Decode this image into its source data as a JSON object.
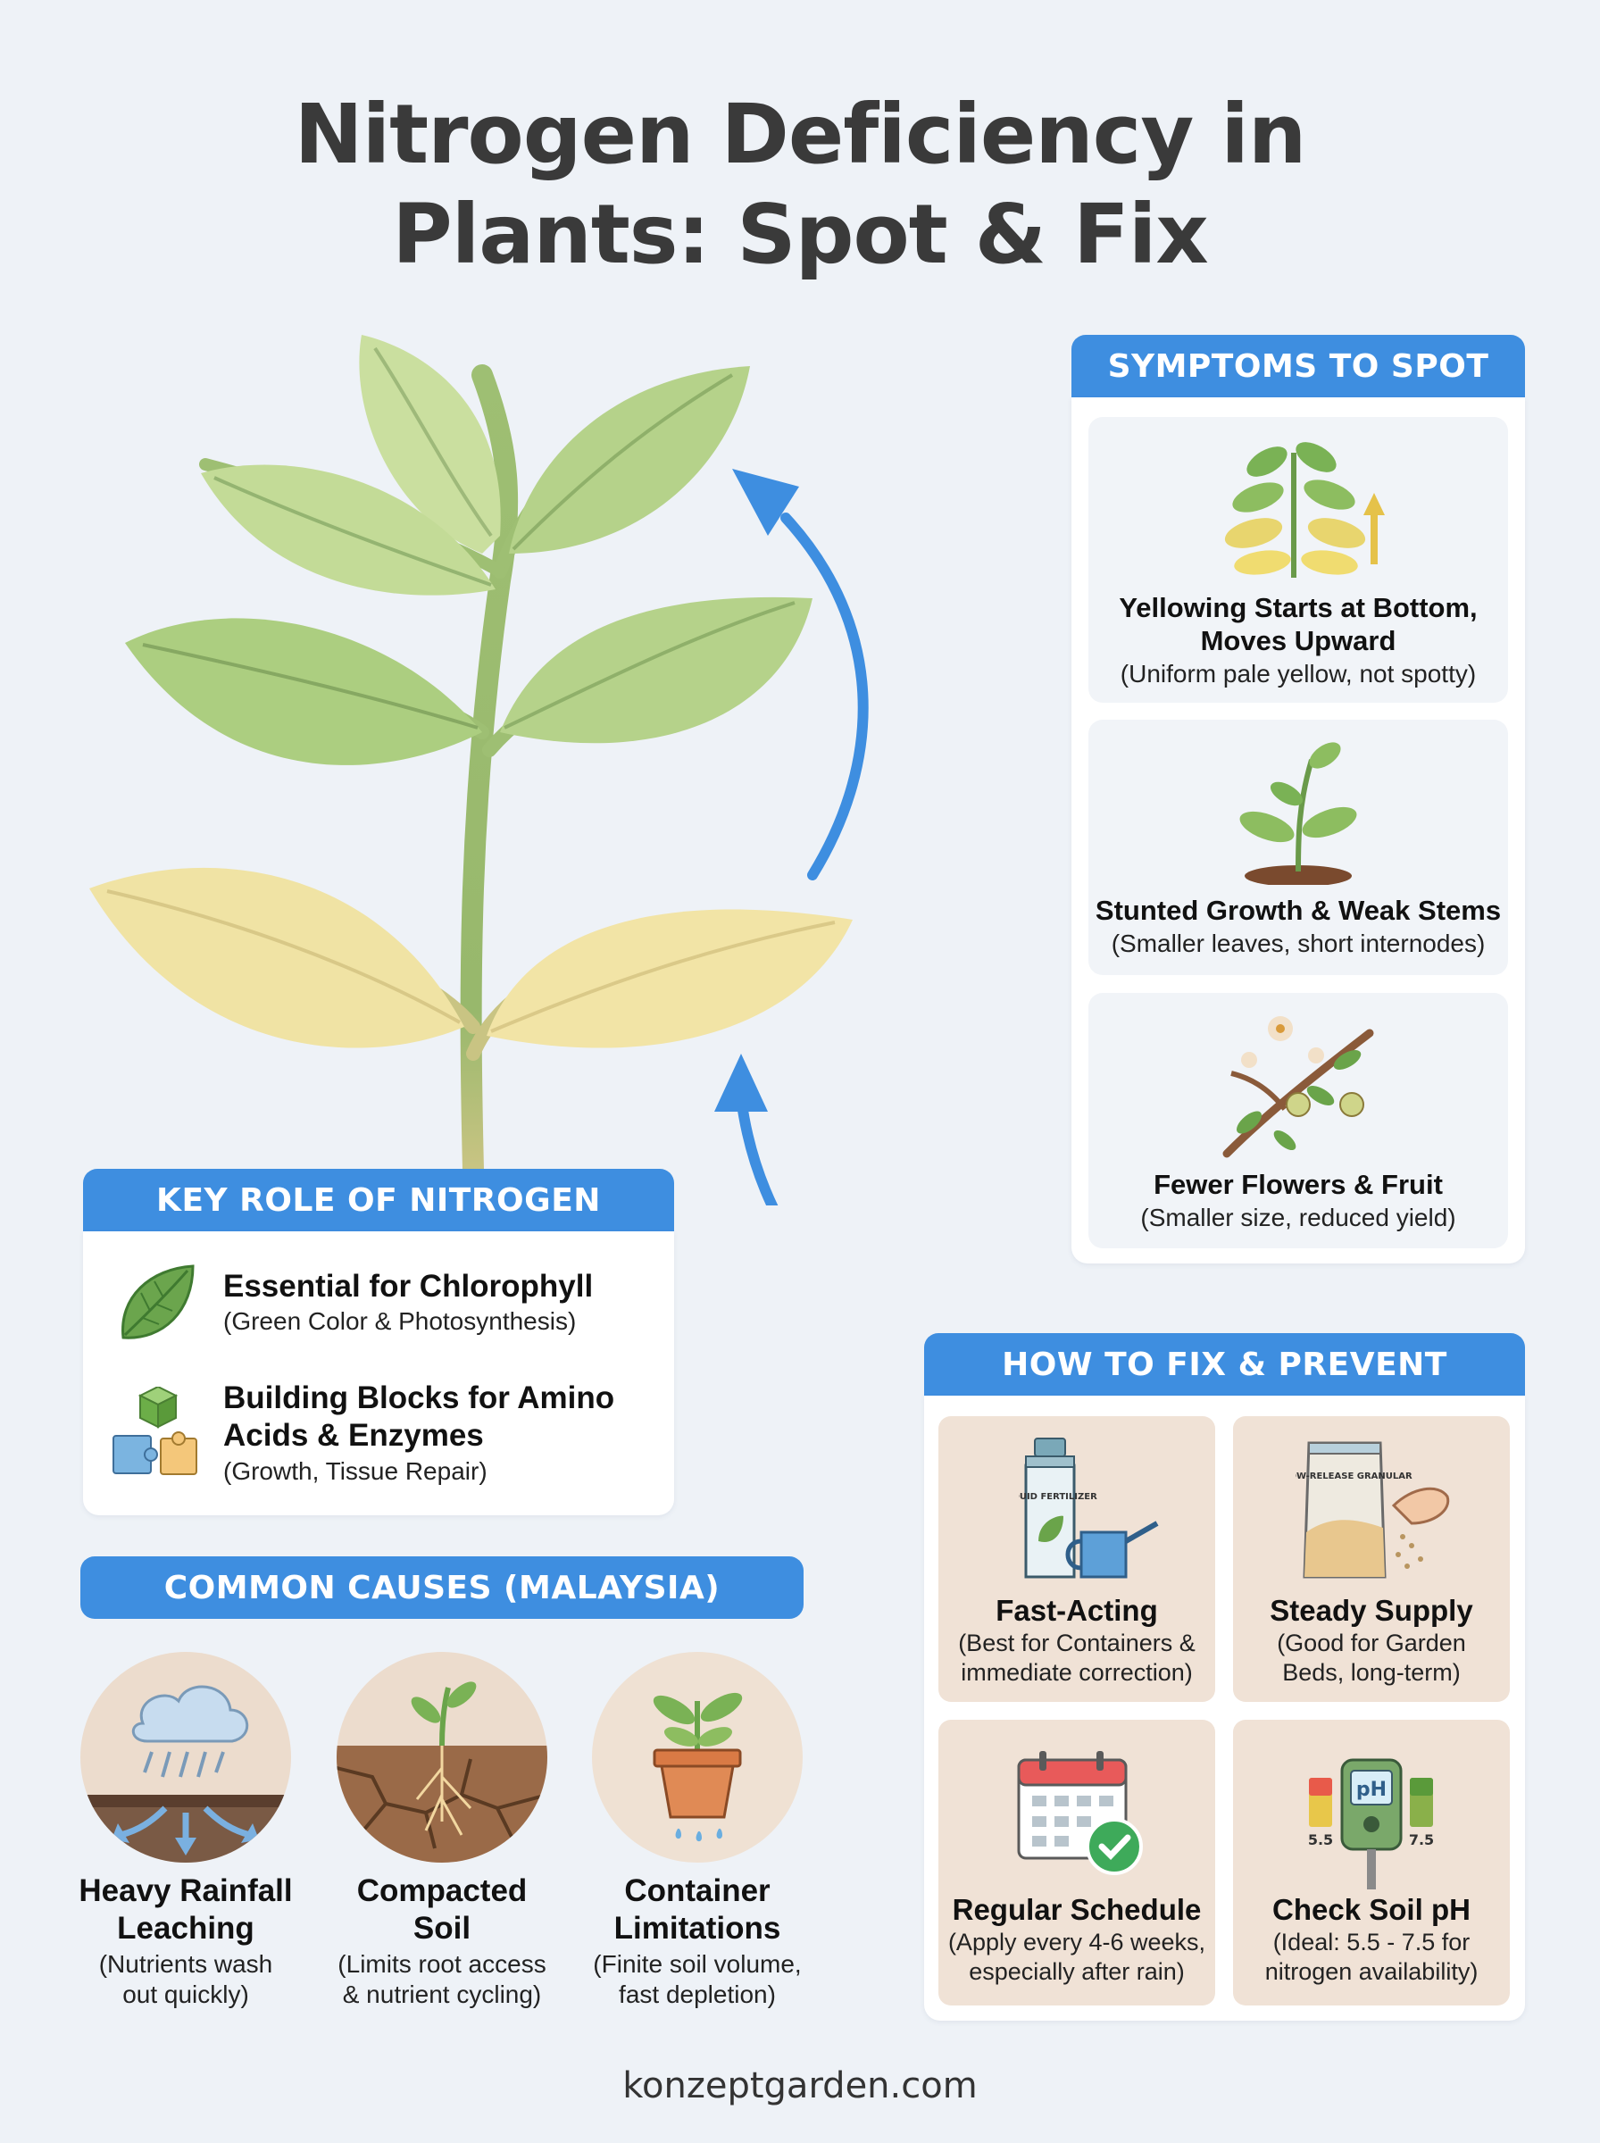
{
  "title": {
    "line1": "Nitrogen Deficiency in",
    "line2": "Plants: Spot & Fix"
  },
  "colors": {
    "accent_blue": "#3e8ee0",
    "healthy_leaf": "#a9cd7e",
    "deficient_leaf": "#f0e3a4",
    "card_tan": "#f0e2d6",
    "background": "#eef2f7"
  },
  "symptoms": {
    "header": "SYMPTOMS TO SPOT",
    "items": [
      {
        "icon": "yellowing-plant-icon",
        "title_line1": "Yellowing Starts at Bottom,",
        "title_line2": "Moves Upward",
        "subtitle": "(Uniform pale yellow, not spotty)"
      },
      {
        "icon": "stunted-seedling-icon",
        "title": "Stunted Growth & Weak Stems",
        "subtitle": "(Smaller leaves, short internodes)"
      },
      {
        "icon": "flowering-branch-icon",
        "title": "Fewer Flowers & Fruit",
        "subtitle": "(Smaller size, reduced yield)"
      }
    ]
  },
  "key_role": {
    "header": "KEY ROLE OF NITROGEN",
    "items": [
      {
        "icon": "leaf-icon",
        "title": "Essential for Chlorophyll",
        "subtitle": "(Green Color & Photosynthesis)"
      },
      {
        "icon": "building-blocks-icon",
        "title_line1": "Building Blocks for Amino",
        "title_line2": "Acids & Enzymes",
        "subtitle": "(Growth, Tissue Repair)"
      }
    ]
  },
  "causes": {
    "header": "COMMON CAUSES (MALAYSIA)",
    "items": [
      {
        "icon": "rain-cloud-icon",
        "title_line1": "Heavy Rainfall",
        "title_line2": "Leaching",
        "sub_line1": "(Nutrients wash",
        "sub_line2": "out quickly)"
      },
      {
        "icon": "cracked-soil-icon",
        "title_line1": "Compacted",
        "title_line2": "Soil",
        "sub_line1": "(Limits root access",
        "sub_line2": "& nutrient cycling)"
      },
      {
        "icon": "potted-plant-icon",
        "title_line1": "Container",
        "title_line2": "Limitations",
        "sub_line1": "(Finite soil volume,",
        "sub_line2": "fast depletion)"
      }
    ]
  },
  "fix": {
    "header": "HOW TO FIX & PREVENT",
    "items": [
      {
        "icon": "liquid-fertilizer-icon",
        "label": "LIQUID FERTILIZER",
        "title": "Fast-Acting",
        "sub_line1": "(Best for Containers &",
        "sub_line2": "immediate correction)"
      },
      {
        "icon": "granular-fertilizer-icon",
        "label": "SLOW-RELEASE GRANULAR",
        "title": "Steady Supply",
        "sub_line1": "(Good for Garden",
        "sub_line2": "Beds, long-term)"
      },
      {
        "icon": "calendar-check-icon",
        "title": "Regular Schedule",
        "sub_line1": "(Apply every 4-6 weeks,",
        "sub_line2": "especially after rain)"
      },
      {
        "icon": "ph-meter-icon",
        "meter_label": "pH",
        "low": "5.5",
        "high": "7.5",
        "title": "Check Soil pH",
        "sub_line1": "(Ideal: 5.5 - 7.5 for",
        "sub_line2": "nitrogen availability)"
      }
    ]
  },
  "footer": "konzeptgarden.com"
}
